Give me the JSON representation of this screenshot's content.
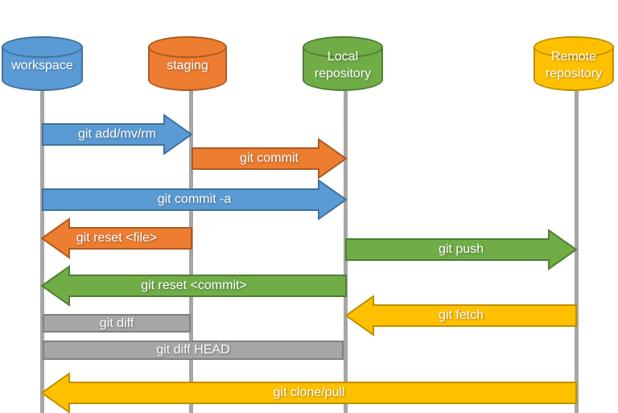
{
  "diagram": {
    "type": "git-workflow-sequence",
    "colors": {
      "blue": "#5B9BD5",
      "blue_border": "#41719C",
      "orange": "#ED7D31",
      "orange_border": "#AE5A21",
      "green": "#70AD47",
      "green_border": "#507E32",
      "gold": "#FFC000",
      "gold_border": "#BF9000",
      "gray": "#A6A6A6",
      "gray_border": "#7F7F7F",
      "lifeline": "#A6A6A6",
      "label_text": "#FFFFFF",
      "background": "#FFFFFF"
    },
    "nodes": [
      {
        "id": "workspace",
        "label": "workspace",
        "shape": "cylinder",
        "fill": "#5B9BD5"
      },
      {
        "id": "staging",
        "label": "staging",
        "shape": "cylinder",
        "fill": "#ED7D31"
      },
      {
        "id": "local-repository",
        "label": "Local repository",
        "shape": "cylinder",
        "fill": "#70AD47"
      },
      {
        "id": "remote-repository",
        "label": "Remote repository",
        "shape": "cylinder",
        "fill": "#FFC000"
      }
    ],
    "edges": [
      {
        "label": "git add/mv/rm",
        "from": "workspace",
        "to": "staging",
        "direction": "right",
        "color": "#5B9BD5"
      },
      {
        "label": "git commit",
        "from": "staging",
        "to": "local-repository",
        "direction": "right",
        "color": "#ED7D31"
      },
      {
        "label": "git commit -a",
        "from": "workspace",
        "to": "local-repository",
        "direction": "right",
        "color": "#5B9BD5"
      },
      {
        "label": "git reset <file>",
        "from": "staging",
        "to": "workspace",
        "direction": "left",
        "color": "#ED7D31"
      },
      {
        "label": "git push",
        "from": "local-repository",
        "to": "remote-repository",
        "direction": "right",
        "color": "#70AD47"
      },
      {
        "label": "git reset <commit>",
        "from": "local-repository",
        "to": "workspace",
        "direction": "left",
        "color": "#70AD47"
      },
      {
        "label": "git fetch",
        "from": "remote-repository",
        "to": "local-repository",
        "direction": "left",
        "color": "#FFC000"
      },
      {
        "label": "git diff",
        "from": "workspace",
        "to": "staging",
        "direction": "none",
        "color": "#A6A6A6"
      },
      {
        "label": "git diff HEAD",
        "from": "workspace",
        "to": "local-repository",
        "direction": "none",
        "color": "#A6A6A6"
      },
      {
        "label": "git clone/pull",
        "from": "remote-repository",
        "to": "workspace",
        "direction": "left",
        "color": "#FFC000"
      }
    ]
  }
}
